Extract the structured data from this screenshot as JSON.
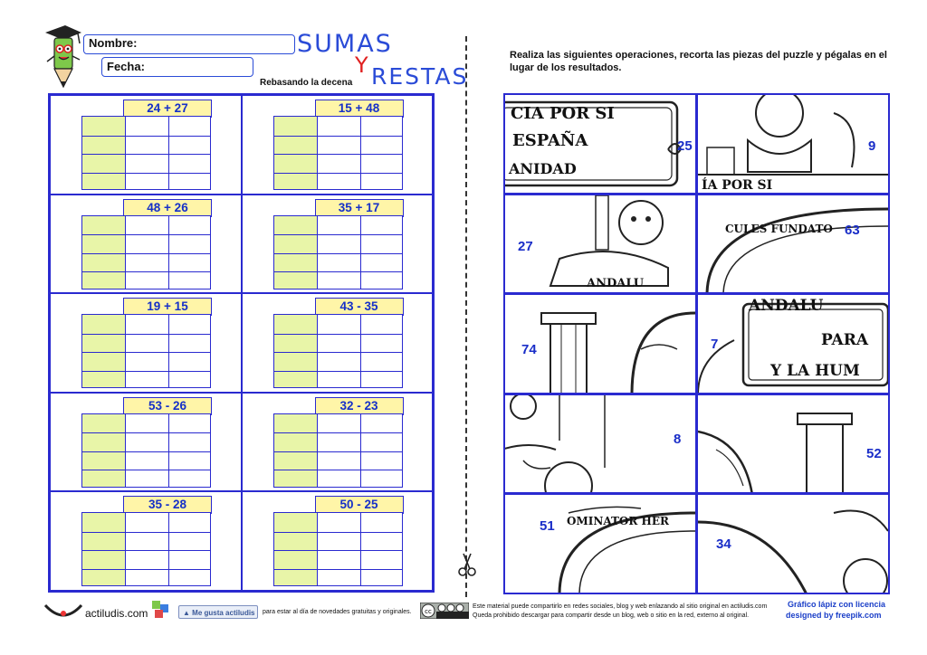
{
  "header": {
    "name_label": "Nombre:",
    "date_label": "Fecha:",
    "subtitle": "Rebasando la decena",
    "title_line1": "SUMAS",
    "title_y": "Y",
    "title_line2": "RESTAS"
  },
  "instructions": "Realiza las siguientes operaciones, recorta las piezas del puzzle y pégalas en el lugar de los resultados.",
  "operations": [
    {
      "label": "24 + 27"
    },
    {
      "label": "15 + 48"
    },
    {
      "label": "48 + 26"
    },
    {
      "label": "35 + 17"
    },
    {
      "label": "19 + 15"
    },
    {
      "label": "43 - 35"
    },
    {
      "label": "53 - 26"
    },
    {
      "label": "32 - 23"
    },
    {
      "label": "35 - 28"
    },
    {
      "label": "50 - 25"
    }
  ],
  "puzzle_pieces": [
    {
      "number": "25",
      "text": [
        "CIA POR SI",
        "ESPAÑA",
        "ANIDAD"
      ]
    },
    {
      "number": "9",
      "text": [
        "ÍA POR SI"
      ]
    },
    {
      "number": "27",
      "text": [
        "ANDALU"
      ]
    },
    {
      "number": "63",
      "text": [
        "CULES FUNDATO"
      ]
    },
    {
      "number": "74",
      "text": []
    },
    {
      "number": "7",
      "text": [
        "ANDALU",
        "PARA",
        "Y LA HUM"
      ]
    },
    {
      "number": "8",
      "text": []
    },
    {
      "number": "52",
      "text": []
    },
    {
      "number": "51",
      "text": [
        "OMINATOR HER"
      ]
    },
    {
      "number": "34",
      "text": []
    }
  ],
  "footer": {
    "brand": "actiludis.com",
    "like_button": "Me gusta  actiludis",
    "like_caption": "para estar al día de novedades gratuitas y originales.",
    "license_line1": "Este material puede compartirlo en redes sociales, blog y web enlazando al sitio original en actiludis.com",
    "license_line2": "Queda prohibido descargar para compartir desde un blog, web o sitio en la red, externo al original.",
    "credit_line1": "Gráfico lápiz con licencia",
    "credit_line2": "designed by  freepik.com"
  },
  "colors": {
    "accent": "#2a2ad0",
    "label_fill": "#fff5a8",
    "green_fill": "#e8f5a8",
    "number": "#1a2ec8"
  }
}
